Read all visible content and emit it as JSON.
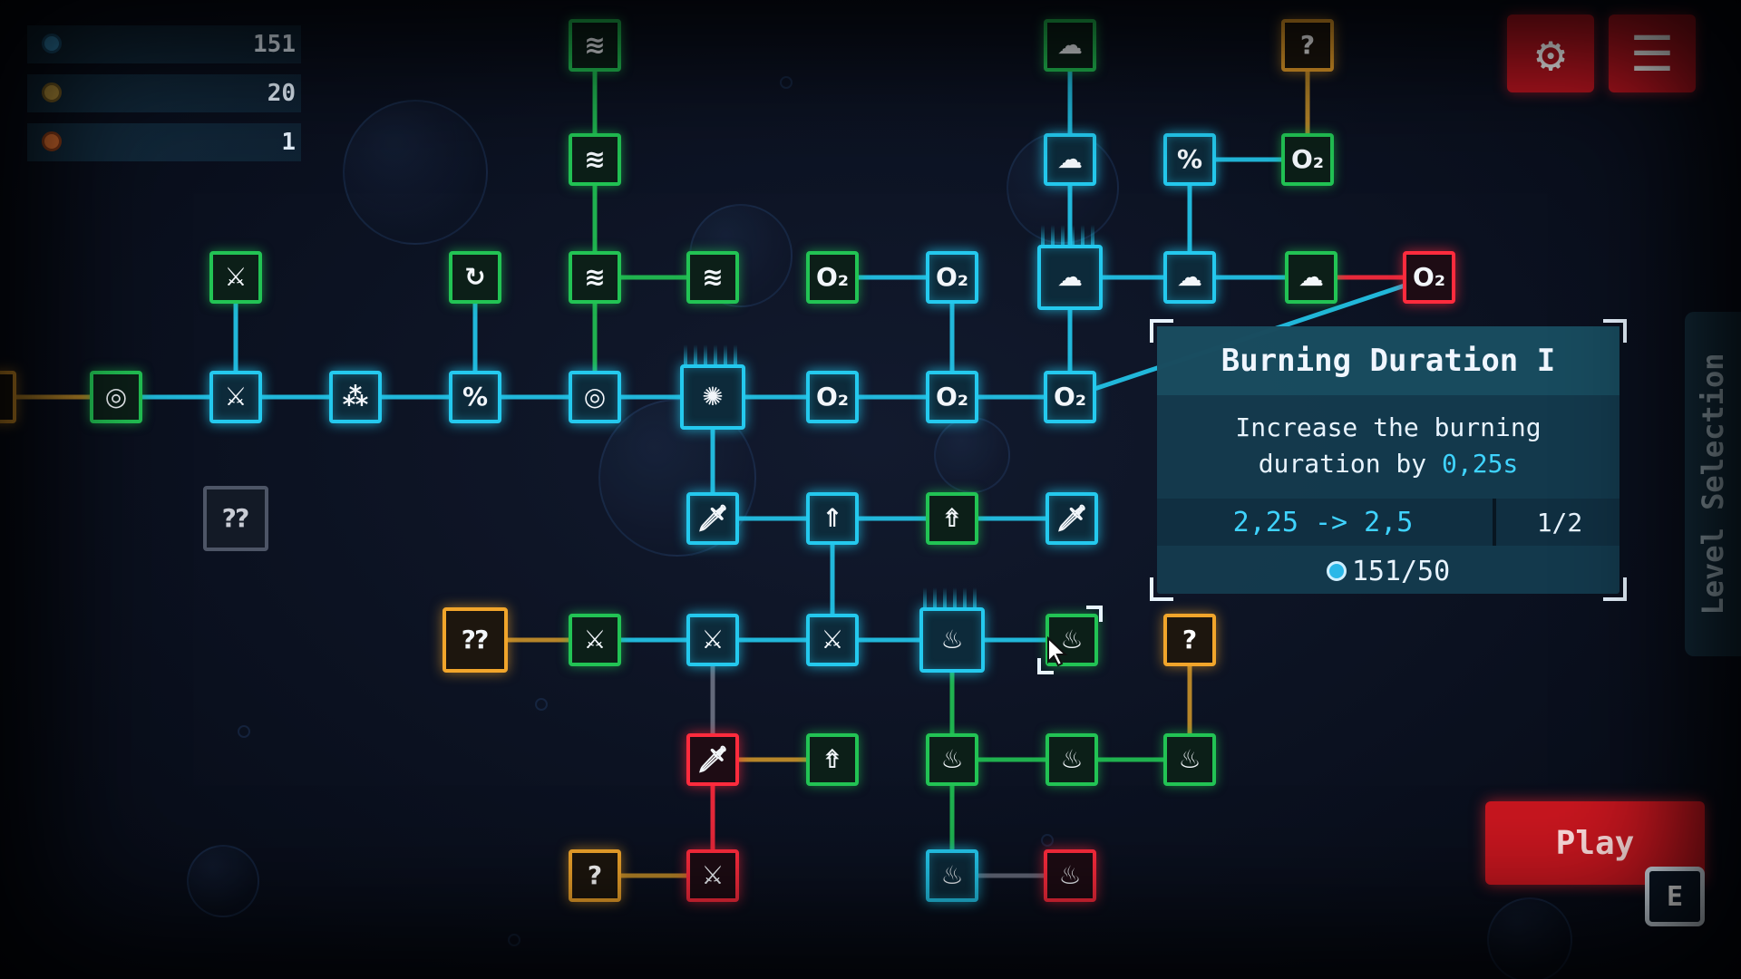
{
  "resources": [
    {
      "value": "151",
      "color": "#3aa0d8"
    },
    {
      "value": "20",
      "color": "#c8a040"
    },
    {
      "value": "1",
      "color": "#e07030"
    }
  ],
  "menu": {
    "settings_icon": "gear-icon",
    "hamburger_icon": "hamburger-icon"
  },
  "tooltip": {
    "title": "Burning Duration I",
    "desc_line1": "Increase the burning",
    "desc_line2_prefix": "duration by ",
    "desc_highlight": "0,25s",
    "change": "2,25 -> 2,5",
    "level": "1/2",
    "cost": "151/50"
  },
  "side_tab": {
    "label": "Level Selection"
  },
  "play": {
    "label": "Play",
    "key": "E"
  },
  "colors": {
    "cyan": "#24c9ee",
    "green": "#22c354",
    "red": "#ff2b3d",
    "orange": "#f1a52b",
    "gray": "#4d5566"
  },
  "nodes": [
    {
      "id": "n-left-edge",
      "state": "orange",
      "glyph": "",
      "icon": "edge-node-icon"
    },
    {
      "id": "n-orb-start",
      "state": "green",
      "glyph": "◎",
      "icon": "orb-icon"
    },
    {
      "id": "n-sword-a",
      "state": "cyan",
      "glyph": "⚔",
      "icon": "sword-icon"
    },
    {
      "id": "n-sword-b",
      "state": "green",
      "glyph": "⚔",
      "icon": "sword-upgrade-icon"
    },
    {
      "id": "n-orbs",
      "state": "cyan",
      "glyph": "⁂",
      "icon": "orbs-icon"
    },
    {
      "id": "n-percent",
      "state": "cyan",
      "glyph": "%",
      "icon": "percent-icon"
    },
    {
      "id": "n-magnet",
      "state": "green",
      "glyph": "↻",
      "icon": "magnet-icon"
    },
    {
      "id": "n-orb-mid",
      "state": "cyan",
      "glyph": "◎",
      "icon": "orb-icon"
    },
    {
      "id": "n-speed-1",
      "state": "green",
      "glyph": "≋",
      "icon": "speed-icon"
    },
    {
      "id": "n-speed-2",
      "state": "green",
      "glyph": "≋",
      "icon": "speed-icon"
    },
    {
      "id": "n-speed-3",
      "state": "green",
      "glyph": "≋",
      "icon": "speed-icon"
    },
    {
      "id": "n-speed-4",
      "state": "green",
      "glyph": "≋",
      "icon": "speed-icon"
    },
    {
      "id": "n-brain",
      "state": "cyan",
      "glyph": "✺",
      "icon": "brain-icon"
    },
    {
      "id": "n-o2",
      "state": "cyan",
      "glyph": "O₂",
      "icon": "oxygen-icon"
    },
    {
      "id": "n-o2-plus",
      "state": "green",
      "glyph": "O₂",
      "icon": "oxygen-plus-icon"
    },
    {
      "id": "n-o2-plus2",
      "state": "cyan",
      "glyph": "O₂",
      "icon": "oxygen-plus-icon"
    },
    {
      "id": "n-o2-down",
      "state": "cyan",
      "glyph": "O₂",
      "icon": "oxygen-down-icon"
    },
    {
      "id": "n-o2-fire-down",
      "state": "cyan",
      "glyph": "O₂",
      "icon": "oxygen-fire-icon"
    },
    {
      "id": "n-tank",
      "state": "cyan",
      "glyph": "☁",
      "icon": "tank-icon"
    },
    {
      "id": "n-tank-2",
      "state": "cyan",
      "glyph": "☁",
      "icon": "tank-icon"
    },
    {
      "id": "n-tank-top",
      "state": "green",
      "glyph": "☁",
      "icon": "tank-icon"
    },
    {
      "id": "n-tank-pct",
      "state": "cyan",
      "glyph": "☁",
      "icon": "tank-percent-icon"
    },
    {
      "id": "n-pct-b",
      "state": "cyan",
      "glyph": "%",
      "icon": "percent-icon"
    },
    {
      "id": "n-o2-bubbles",
      "state": "green",
      "glyph": "O₂",
      "icon": "oxygen-bubbles-icon"
    },
    {
      "id": "n-q-top",
      "state": "orange",
      "glyph": "?",
      "icon": "question-icon"
    },
    {
      "id": "n-tank-green",
      "state": "green",
      "glyph": "☁",
      "icon": "tank-icon"
    },
    {
      "id": "n-o2-red",
      "state": "red",
      "glyph": "O₂",
      "icon": "oxygen-fire-icon"
    },
    {
      "id": "n-hidden-gray",
      "state": "gray",
      "glyph": "⁇",
      "icon": "hidden-icon"
    },
    {
      "id": "n-dagger-a",
      "state": "cyan",
      "glyph": "🗡",
      "icon": "dagger-icon"
    },
    {
      "id": "n-arrow-up",
      "state": "cyan",
      "glyph": "⇑",
      "icon": "arrow-up-icon"
    },
    {
      "id": "n-split",
      "state": "green",
      "glyph": "⇮",
      "icon": "split-arrow-icon"
    },
    {
      "id": "n-dagger-b",
      "state": "cyan",
      "glyph": "🗡",
      "icon": "dagger-icon"
    },
    {
      "id": "n-hidden-orange",
      "state": "orange",
      "glyph": "⁇",
      "icon": "hidden-icon"
    },
    {
      "id": "n-sword-plus",
      "state": "green",
      "glyph": "⚔",
      "icon": "sword-plus-icon"
    },
    {
      "id": "n-sword-c",
      "state": "cyan",
      "glyph": "⚔",
      "icon": "sword-icon"
    },
    {
      "id": "n-slash",
      "state": "cyan",
      "glyph": "⚔",
      "icon": "slash-icon"
    },
    {
      "id": "n-fire",
      "state": "cyan",
      "glyph": "♨",
      "icon": "fire-icon"
    },
    {
      "id": "n-fire-timer",
      "state": "green",
      "glyph": "♨",
      "icon": "fire-timer-icon"
    },
    {
      "id": "n-q-right",
      "state": "orange",
      "glyph": "?",
      "icon": "question-icon"
    },
    {
      "id": "n-dagger-red",
      "state": "red",
      "glyph": "🗡",
      "icon": "dagger-icon"
    },
    {
      "id": "n-split-2",
      "state": "green",
      "glyph": "⇮",
      "icon": "split-arrow-icon"
    },
    {
      "id": "n-fire-2",
      "state": "green",
      "glyph": "♨",
      "icon": "fire-spread-icon"
    },
    {
      "id": "n-fire-3",
      "state": "green",
      "glyph": "♨",
      "icon": "fire-bounce-icon"
    },
    {
      "id": "n-fire-timer-2",
      "state": "green",
      "glyph": "♨",
      "icon": "fire-timer-icon"
    },
    {
      "id": "n-q-bottom",
      "state": "orange",
      "glyph": "?",
      "icon": "question-icon"
    },
    {
      "id": "n-slash-red",
      "state": "red",
      "glyph": "⚔",
      "icon": "slash-icon"
    },
    {
      "id": "n-fire-loop",
      "state": "cyan",
      "glyph": "♨",
      "icon": "fire-loop-icon"
    },
    {
      "id": "n-fire-loop-red",
      "state": "red",
      "glyph": "♨",
      "icon": "fire-loop-icon"
    }
  ]
}
